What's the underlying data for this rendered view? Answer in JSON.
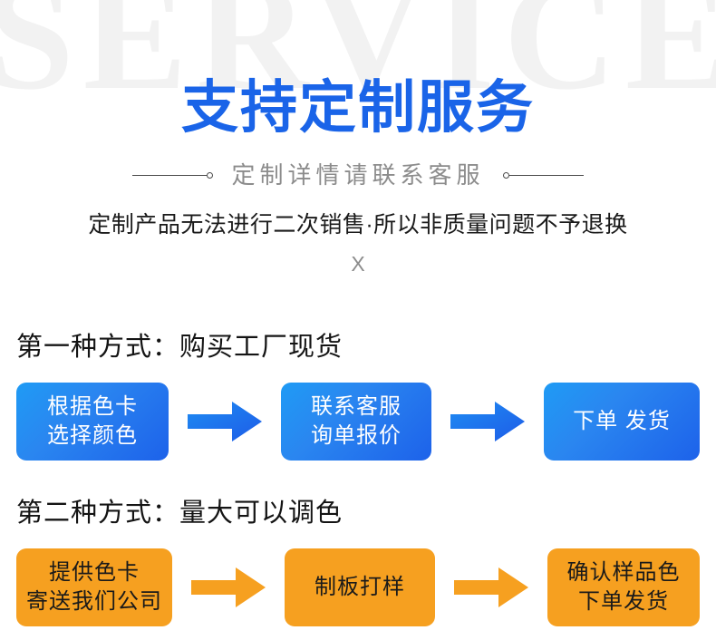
{
  "watermark": {
    "text": "SERVICE"
  },
  "hero": {
    "title": "支持定制服务",
    "title_color": "#1a64e8",
    "subtitle": "定制详情请联系客服",
    "notice": "定制产品无法进行二次销售·所以非质量问题不予退换",
    "x_mark": "X"
  },
  "methods": [
    {
      "heading": "第一种方式：购买工厂现货",
      "color": "#1d62ea",
      "accent": "blue",
      "steps": [
        {
          "line1": "根据色卡",
          "line2": "选择颜色"
        },
        {
          "line1": "联系客服",
          "line2": "询单报价"
        },
        {
          "line1": "下单 发货",
          "line2": ""
        }
      ],
      "arrows": [
        "arrow-right-icon",
        "arrow-right-icon"
      ]
    },
    {
      "heading": "第二种方式：量大可以调色",
      "color": "#f6a020",
      "accent": "orange",
      "steps": [
        {
          "line1": "提供色卡",
          "line2": "寄送我们公司"
        },
        {
          "line1": "制板打样",
          "line2": ""
        },
        {
          "line1": "确认样品色",
          "line2": "下单发货"
        }
      ],
      "arrows": [
        "arrow-right-icon",
        "arrow-right-icon"
      ]
    }
  ]
}
